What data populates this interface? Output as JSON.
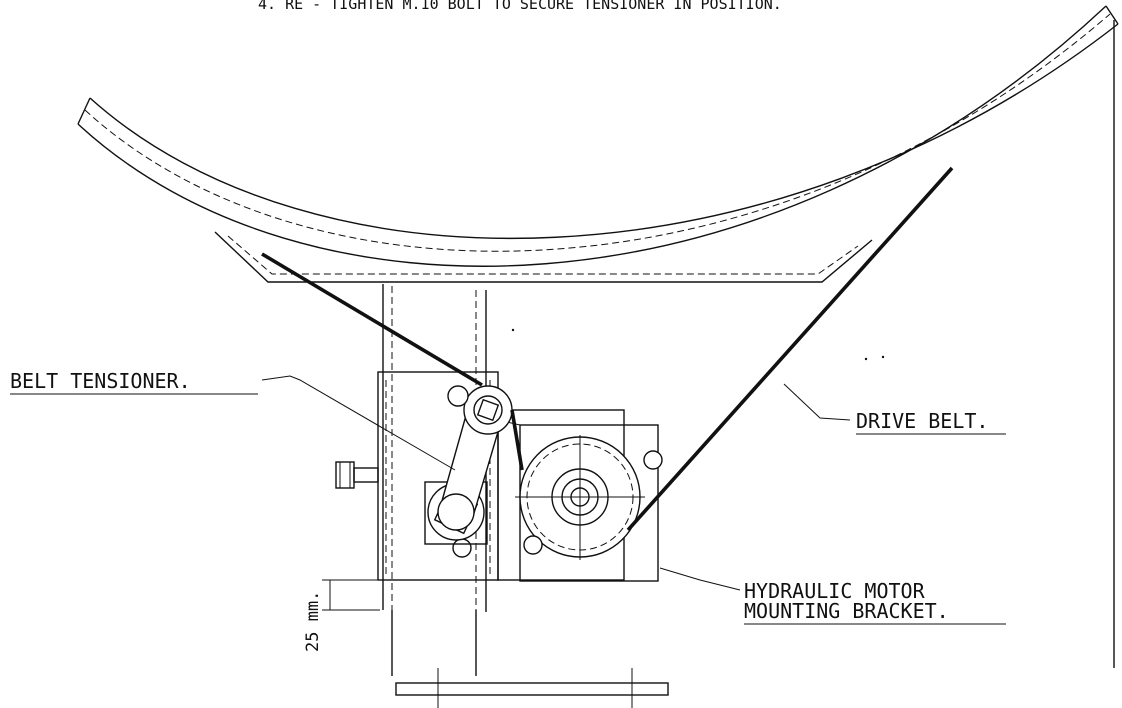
{
  "instruction_text": "4. RE - TIGHTEN M.10 BOLT TO SECURE TENSIONER IN POSITION.",
  "labels": {
    "belt_tensioner": "BELT TENSIONER.",
    "drive_belt": "DRIVE BELT.",
    "motor_bracket_line1": "HYDRAULIC MOTOR",
    "motor_bracket_line2": "MOUNTING BRACKET.",
    "dimension": "25 mm."
  }
}
